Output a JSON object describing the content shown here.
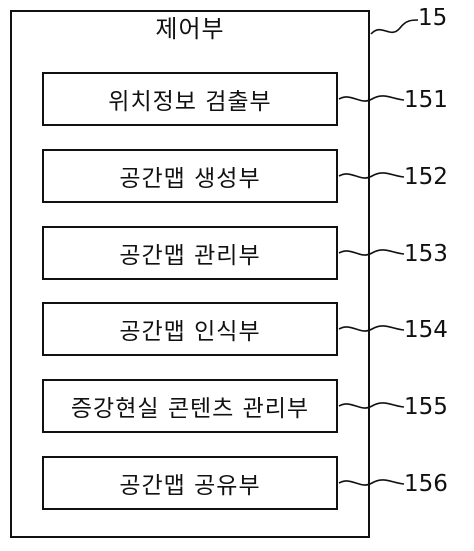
{
  "diagram": {
    "container": {
      "title": "제어부",
      "ref": "15"
    },
    "modules": [
      {
        "label": "위치정보 검출부",
        "ref": "151"
      },
      {
        "label": "공간맵 생성부",
        "ref": "152"
      },
      {
        "label": "공간맵 관리부",
        "ref": "153"
      },
      {
        "label": "공간맵 인식부",
        "ref": "154"
      },
      {
        "label": "증강현실 콘텐츠 관리부",
        "ref": "155"
      },
      {
        "label": "공간맵 공유부",
        "ref": "156"
      }
    ]
  }
}
